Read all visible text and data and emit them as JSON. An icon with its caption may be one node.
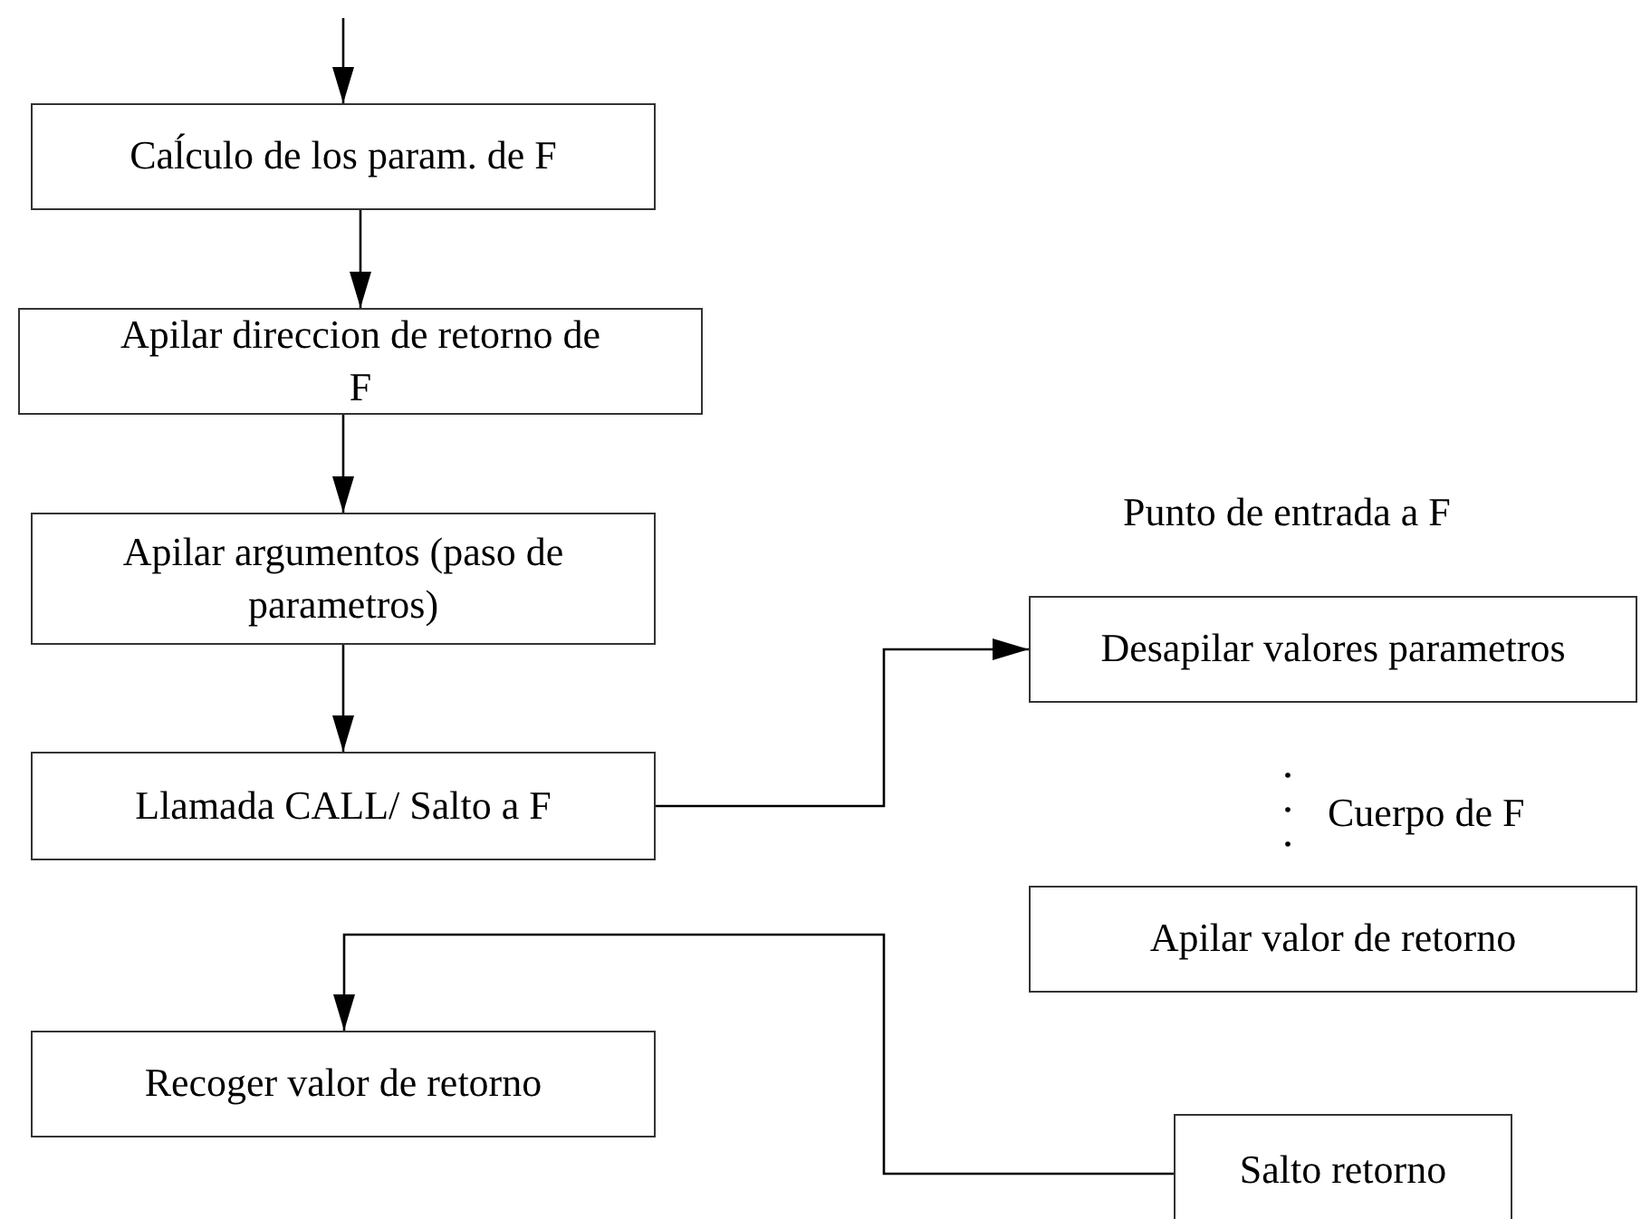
{
  "diagram": {
    "nodes": [
      {
        "text": [
          "Caĺculo de los param. de F"
        ]
      },
      {
        "text": [
          "Apilar direccion de retorno de F"
        ]
      },
      {
        "text": [
          "Apilar argumentos (paso de parametros)"
        ]
      },
      {
        "text": [
          "Llamada CALL/ Salto a F"
        ]
      },
      {
        "text": [
          "Recoger valor de retorno"
        ]
      },
      {
        "text": [
          "Desapilar valores parametros"
        ]
      },
      {
        "text": [
          "Apilar valor de retorno"
        ]
      },
      {
        "text": [
          "Salto retorno"
        ]
      }
    ],
    "edges": [
      {
        "from": null,
        "to": 0,
        "arrow": "to"
      },
      {
        "from": 0,
        "to": 1,
        "arrow": "to"
      },
      {
        "from": 1,
        "to": 2,
        "arrow": "to"
      },
      {
        "from": 2,
        "to": 3,
        "arrow": "to"
      },
      {
        "from": 3,
        "to": 5,
        "arrow": "to"
      },
      {
        "from": 7,
        "to": 4,
        "arrow": "to"
      }
    ],
    "labels": [
      "Punto de entrada a F",
      "Cuerpo de F"
    ]
  }
}
